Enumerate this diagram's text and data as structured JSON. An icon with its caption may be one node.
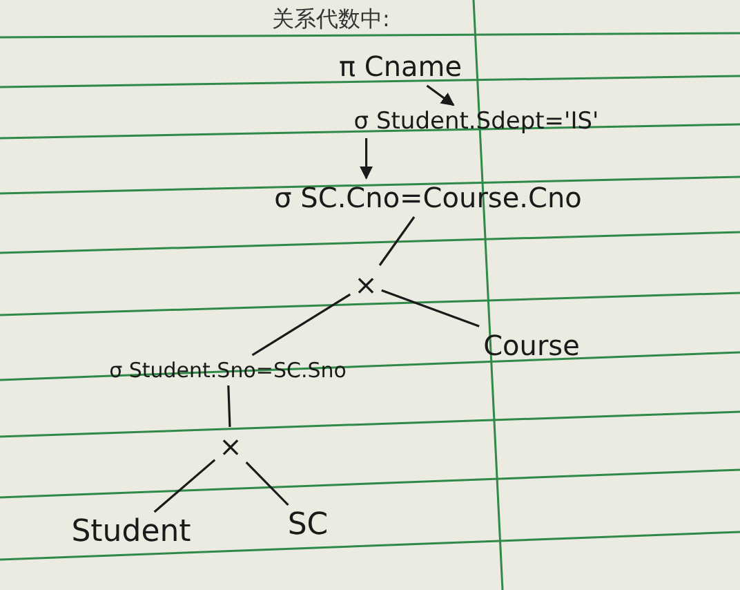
{
  "diagram": {
    "title": "关系代数中:",
    "nodes": [
      {
        "text": [
          "π Cname"
        ]
      },
      {
        "text": [
          "σ Student.Sdept='IS'"
        ]
      },
      {
        "text": [
          "σ SC.Cno=Course.Cno"
        ]
      },
      {
        "text": [
          "×"
        ]
      },
      {
        "text": [
          "Course"
        ]
      },
      {
        "text": [
          "σ Student.Sno=SC.Sno"
        ]
      },
      {
        "text": [
          "×"
        ]
      },
      {
        "text": [
          "Student"
        ]
      },
      {
        "text": [
          "SC"
        ]
      }
    ],
    "edges": [
      {
        "from": 0,
        "to": 1,
        "arrow": "to"
      },
      {
        "from": 1,
        "to": 2,
        "arrow": "to"
      },
      {
        "from": 2,
        "to": 3,
        "arrow": "none"
      },
      {
        "from": 3,
        "to": 5,
        "arrow": "none"
      },
      {
        "from": 3,
        "to": 4,
        "arrow": "none"
      },
      {
        "from": 5,
        "to": 6,
        "arrow": "none"
      },
      {
        "from": 6,
        "to": 7,
        "arrow": "none"
      },
      {
        "from": 6,
        "to": 8,
        "arrow": "none"
      }
    ]
  }
}
